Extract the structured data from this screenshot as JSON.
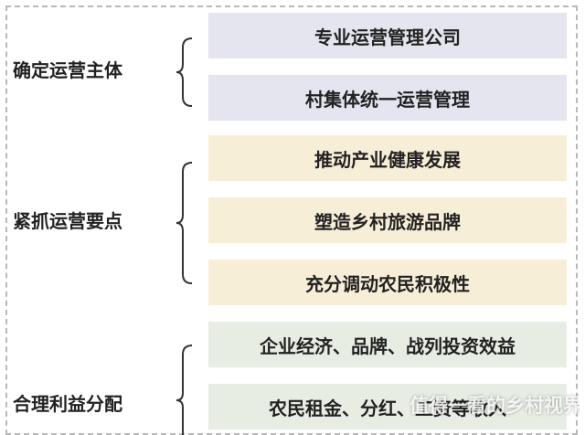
{
  "groups": [
    {
      "label": "确定运营主体",
      "items": [
        "专业运营管理公司",
        "村集体统一运营管理"
      ]
    },
    {
      "label": "紧抓运营要点",
      "items": [
        "推动产业健康发展",
        "塑造乡村旅游品牌",
        "充分调动农民积极性"
      ]
    },
    {
      "label": "合理利益分配",
      "items": [
        "企业经济、品牌、战列投资效益",
        "农民租金、分红、工资等收入"
      ]
    }
  ],
  "watermark": "值得一看的乡村视界",
  "colors": {
    "group_1_box": "#e4e5ef",
    "group_2_box": "#f7eed8",
    "group_3_box": "#e7ede3"
  }
}
